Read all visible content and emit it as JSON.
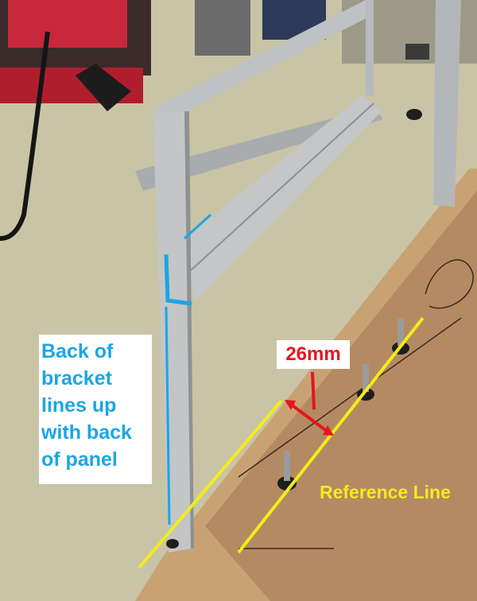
{
  "annotations": {
    "bracket_note_lines": [
      "Back of",
      "bracket",
      "lines up",
      "with back",
      "of panel"
    ],
    "measurement": "26mm",
    "reference_line": "Reference Line"
  },
  "colors": {
    "blue_annotation": "#1aa6e6",
    "red_annotation": "#e8141e",
    "yellow_annotation": "#f2ec1a",
    "cardboard": "#b48a63",
    "particle_board": "#c9a274",
    "aluminum": "#b9bcbf",
    "floor": "#c9c4a6"
  },
  "icons": [
    "standoff-screw",
    "power-plug",
    "cpu-cooler-fan"
  ]
}
